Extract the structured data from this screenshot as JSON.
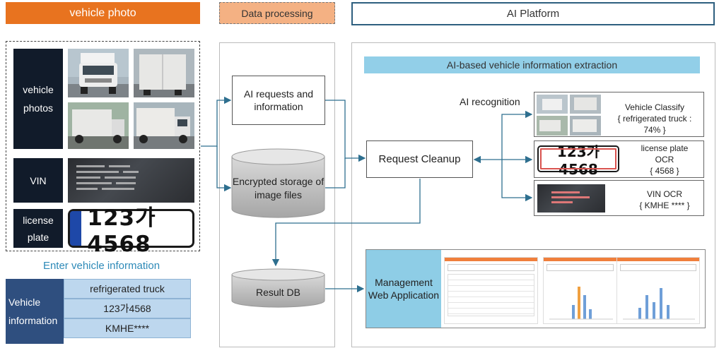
{
  "headers": {
    "vehicle_photo": "vehicle photo",
    "data_processing": "Data processing",
    "ai_platform": "AI Platform"
  },
  "left": {
    "labels": {
      "vehicle_photos": "vehicle photos",
      "vin": "VIN",
      "license_plate": "license plate"
    },
    "plate_text": "123가 4568",
    "enter_title": "Enter vehicle information",
    "info_label": "Vehicle information",
    "info_values": [
      "refrigerated truck",
      "123가4568",
      "KMHE****"
    ]
  },
  "processing": {
    "ai_requests": "AI requests and information",
    "storage": "Encrypted storage of image files",
    "result_db": "Result DB"
  },
  "platform": {
    "extraction_title": "AI-based vehicle information extraction",
    "request_cleanup": "Request Cleanup",
    "ai_recognition": "AI recognition",
    "results": [
      {
        "line1": "Vehicle Classify",
        "line2": "{ refrigerated truck :",
        "line3": "74% }"
      },
      {
        "line1": "license plate",
        "line2": "OCR",
        "line3": "{ 4568 }"
      },
      {
        "line1": "VIN OCR",
        "line2": "{ KMHE **** }",
        "line3": ""
      }
    ],
    "ocr_plate_text": "123가 4568",
    "management_app": "Management Web Application"
  },
  "colors": {
    "header_orange": "#e8731f",
    "processing_peach": "#f4b183",
    "platform_border": "#2e5f7f",
    "arrow_teal": "#2e6f8f",
    "light_blue": "#bdd7ee",
    "sky_blue": "#92cfe8",
    "navy": "#111b2a"
  }
}
